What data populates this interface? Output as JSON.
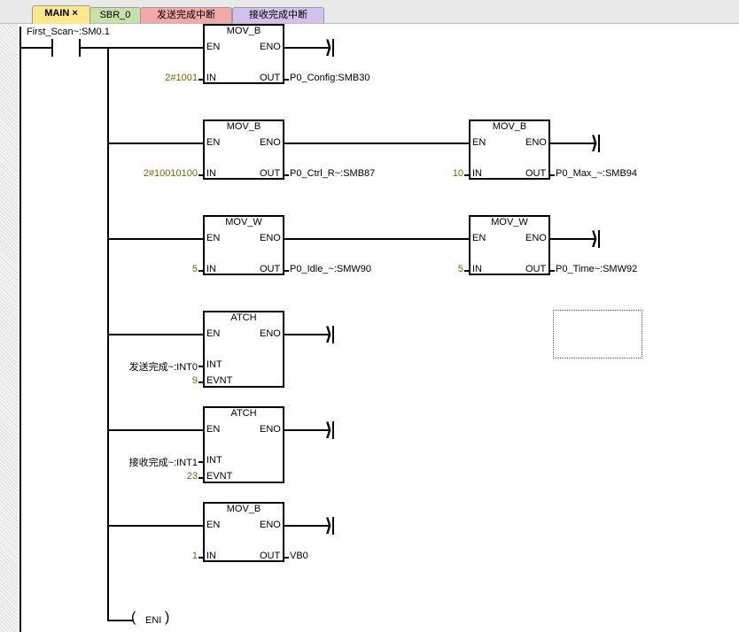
{
  "tabs": [
    {
      "label": "MAIN",
      "active": true,
      "color": "#ffe88a"
    },
    {
      "label": "SBR_0",
      "color": "#c9dfa8"
    },
    {
      "label": "发送完成中断",
      "color": "#f4a8a8"
    },
    {
      "label": "接收完成中断",
      "color": "#d4c0ec"
    }
  ],
  "contact": {
    "label": "First_Scan~:SM0.1"
  },
  "blocks": [
    {
      "title": "MOV_B",
      "en": "EN",
      "eno": "ENO",
      "pins": [
        {
          "l": "IN",
          "v": "2#1001"
        }
      ],
      "outs": [
        {
          "l": "OUT",
          "v": "P0_Config:SMB30"
        }
      ]
    },
    {
      "title": "MOV_B",
      "en": "EN",
      "eno": "ENO",
      "pins": [
        {
          "l": "IN",
          "v": "2#10010100"
        }
      ],
      "outs": [
        {
          "l": "OUT",
          "v": "P0_Ctrl_R~:SMB87"
        }
      ]
    },
    {
      "title": "MOV_B",
      "en": "EN",
      "eno": "ENO",
      "pins": [
        {
          "l": "IN",
          "v": "10"
        }
      ],
      "outs": [
        {
          "l": "OUT",
          "v": "P0_Max_~:SMB94"
        }
      ]
    },
    {
      "title": "MOV_W",
      "en": "EN",
      "eno": "ENO",
      "pins": [
        {
          "l": "IN",
          "v": "5"
        }
      ],
      "outs": [
        {
          "l": "OUT",
          "v": "P0_Idle_~:SMW90"
        }
      ]
    },
    {
      "title": "MOV_W",
      "en": "EN",
      "eno": "ENO",
      "pins": [
        {
          "l": "IN",
          "v": "5"
        }
      ],
      "outs": [
        {
          "l": "OUT",
          "v": "P0_Time~:SMW92"
        }
      ]
    },
    {
      "title": "ATCH",
      "en": "EN",
      "eno": "ENO",
      "pins": [
        {
          "l": "INT",
          "v": "发送完成~:INT0",
          "sym": true
        },
        {
          "l": "EVNT",
          "v": "9"
        }
      ],
      "outs": []
    },
    {
      "title": "ATCH",
      "en": "EN",
      "eno": "ENO",
      "pins": [
        {
          "l": "INT",
          "v": "接收完成~:INT1",
          "sym": true
        },
        {
          "l": "EVNT",
          "v": "23"
        }
      ],
      "outs": []
    },
    {
      "title": "MOV_B",
      "en": "EN",
      "eno": "ENO",
      "pins": [
        {
          "l": "IN",
          "v": "1"
        }
      ],
      "outs": [
        {
          "l": "OUT",
          "v": "VB0"
        }
      ]
    }
  ],
  "eni": "ENI"
}
